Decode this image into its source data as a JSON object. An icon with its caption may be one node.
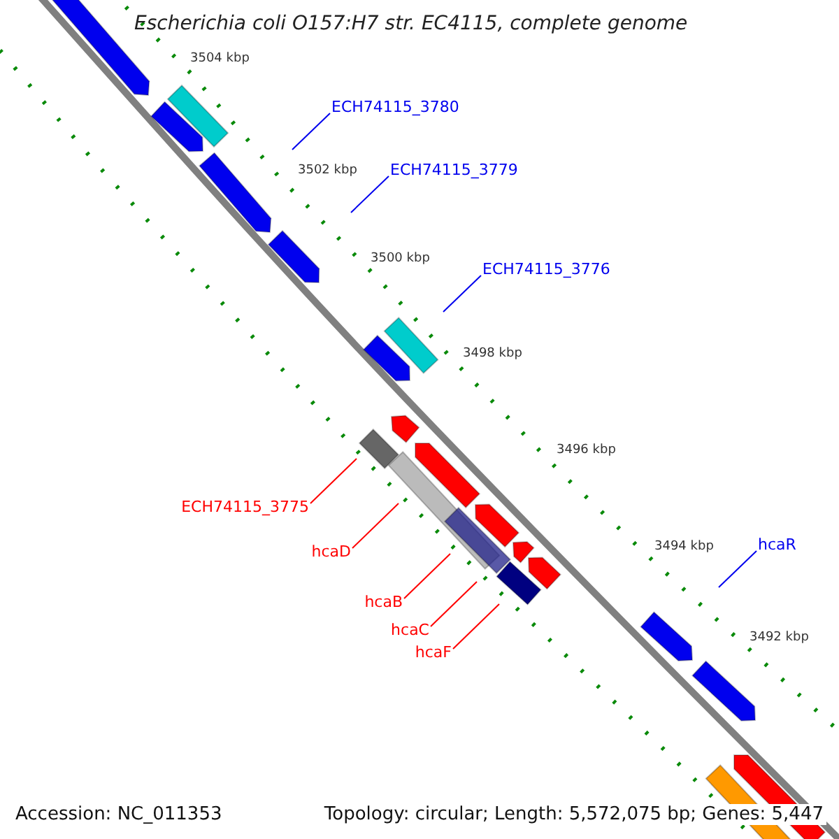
{
  "diagram": {
    "title": "Escherichia coli O157:H7 str. EC4115, complete genome",
    "nodes": [
      {
        "text": [
          "ECH74115_3780"
        ]
      },
      {
        "text": [
          "ECH74115_3779"
        ]
      },
      {
        "text": [
          "ECH74115_3776"
        ]
      },
      {
        "text": [
          "ECH74115_3775"
        ]
      },
      {
        "text": [
          "hcaD"
        ]
      },
      {
        "text": [
          "hcaR"
        ]
      },
      {
        "text": [
          "hcaB"
        ]
      },
      {
        "text": [
          "hcaC"
        ]
      },
      {
        "text": [
          "hcaF"
        ]
      }
    ],
    "edges": [
      {
        "from": 0,
        "to": null,
        "arrow": "none",
        "color": "#0000ee"
      },
      {
        "from": 1,
        "to": null,
        "arrow": "none",
        "color": "#0000ee"
      },
      {
        "from": 2,
        "to": null,
        "arrow": "none",
        "color": "#0000ee"
      },
      {
        "from": 3,
        "to": null,
        "arrow": "none",
        "color": "#ff0000"
      },
      {
        "from": 4,
        "to": null,
        "arrow": "none",
        "color": "#ff0000"
      },
      {
        "from": 5,
        "to": null,
        "arrow": "none",
        "color": "#0000ee"
      },
      {
        "from": 6,
        "to": null,
        "arrow": "none",
        "color": "#ff0000"
      },
      {
        "from": 7,
        "to": null,
        "arrow": "none",
        "color": "#ff0000"
      },
      {
        "from": 8,
        "to": null,
        "arrow": "none",
        "color": "#ff0000"
      }
    ],
    "labels": [
      "3504 kbp",
      "3502 kbp",
      "3500 kbp",
      "3498 kbp",
      "3496 kbp",
      "3494 kbp",
      "3492 kbp",
      "Accession: NC_011353",
      "Topology: circular; Length: 5,572,075 bp; Genes: 5,447"
    ]
  }
}
